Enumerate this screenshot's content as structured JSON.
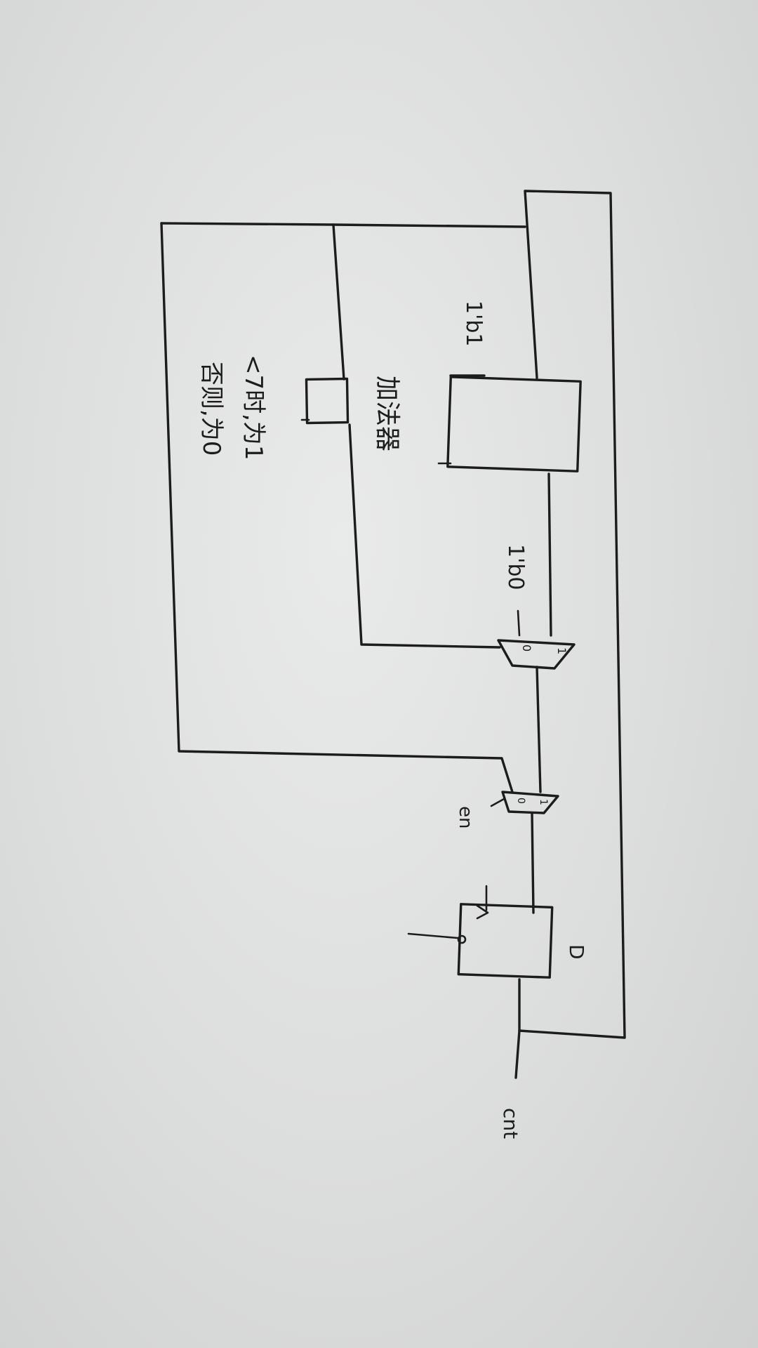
{
  "labels": {
    "const_one": "1'b1",
    "const_zero": "1'b0",
    "adder": "加法器",
    "compare_condition": "<7时,为1",
    "compare_else": "否则,为0",
    "mux1_in0": "0",
    "mux1_in1": "1",
    "mux2_in0": "0",
    "mux2_in1": "1",
    "enable": "en",
    "dff": "D",
    "output": "cnt"
  }
}
